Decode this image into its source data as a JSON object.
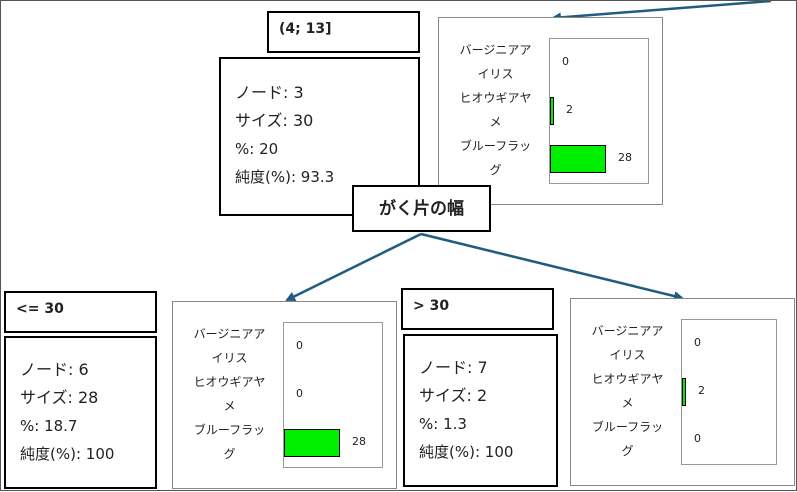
{
  "nodes": [
    {
      "id": "node3",
      "range_label": "(4; 13]",
      "info": {
        "node": "ノード: 3",
        "size": "サイズ: 30",
        "pct": "%: 20",
        "purity": "純度(%): 93.3"
      },
      "class_values": [
        "0",
        "2",
        "28"
      ]
    },
    {
      "id": "node6",
      "range_label": "<= 30",
      "info": {
        "node": "ノード: 6",
        "size": "サイズ: 28",
        "pct": "%: 18.7",
        "purity": "純度(%): 100"
      },
      "class_values": [
        "0",
        "0",
        "28"
      ]
    },
    {
      "id": "node7",
      "range_label": "> 30",
      "info": {
        "node": "ノード: 7",
        "size": "サイズ: 2",
        "pct": "%: 1.3",
        "purity": "純度(%): 100"
      },
      "class_values": [
        "0",
        "2",
        "0"
      ]
    }
  ],
  "split_variable": "がく片の幅",
  "class_labels": [
    "バージニアア",
    "イリス",
    "ヒオウギアヤ",
    "メ",
    "ブルーフラッ",
    "グ"
  ],
  "colors": {
    "bar": "#00ee00",
    "edge": "#1f5c80"
  },
  "class_counts": {
    "node3": [
      0,
      2,
      28
    ],
    "node6": [
      0,
      0,
      28
    ],
    "node7": [
      0,
      2,
      0
    ]
  }
}
